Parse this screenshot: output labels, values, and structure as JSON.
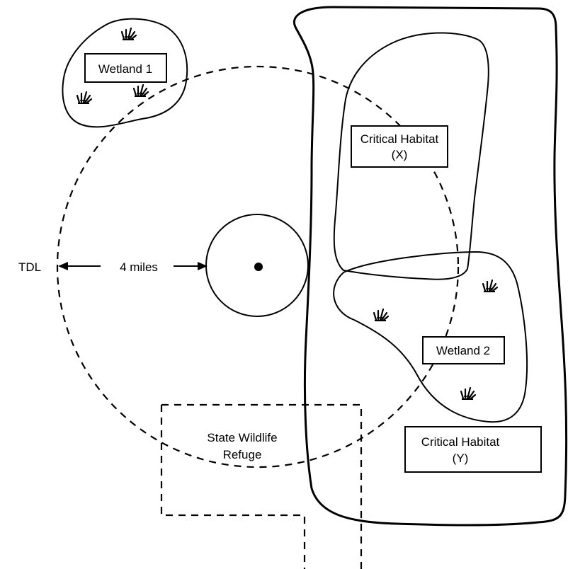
{
  "labels": {
    "wetland_1": "Wetland 1",
    "wetland_2": "Wetland 2",
    "critical_habitat_x_line1": "Critical Habitat",
    "critical_habitat_x_line2": "(X)",
    "critical_habitat_y_line1": "Critical Habitat",
    "critical_habitat_y_line2": "(Y)",
    "refuge_line1": "State Wildlife",
    "refuge_line2": "Refuge",
    "tdl": "TDL",
    "distance": "4 miles"
  },
  "icons": [
    "grass-tuft-icon",
    "source-point-icon",
    "arrow-left-icon",
    "arrow-right-icon"
  ]
}
